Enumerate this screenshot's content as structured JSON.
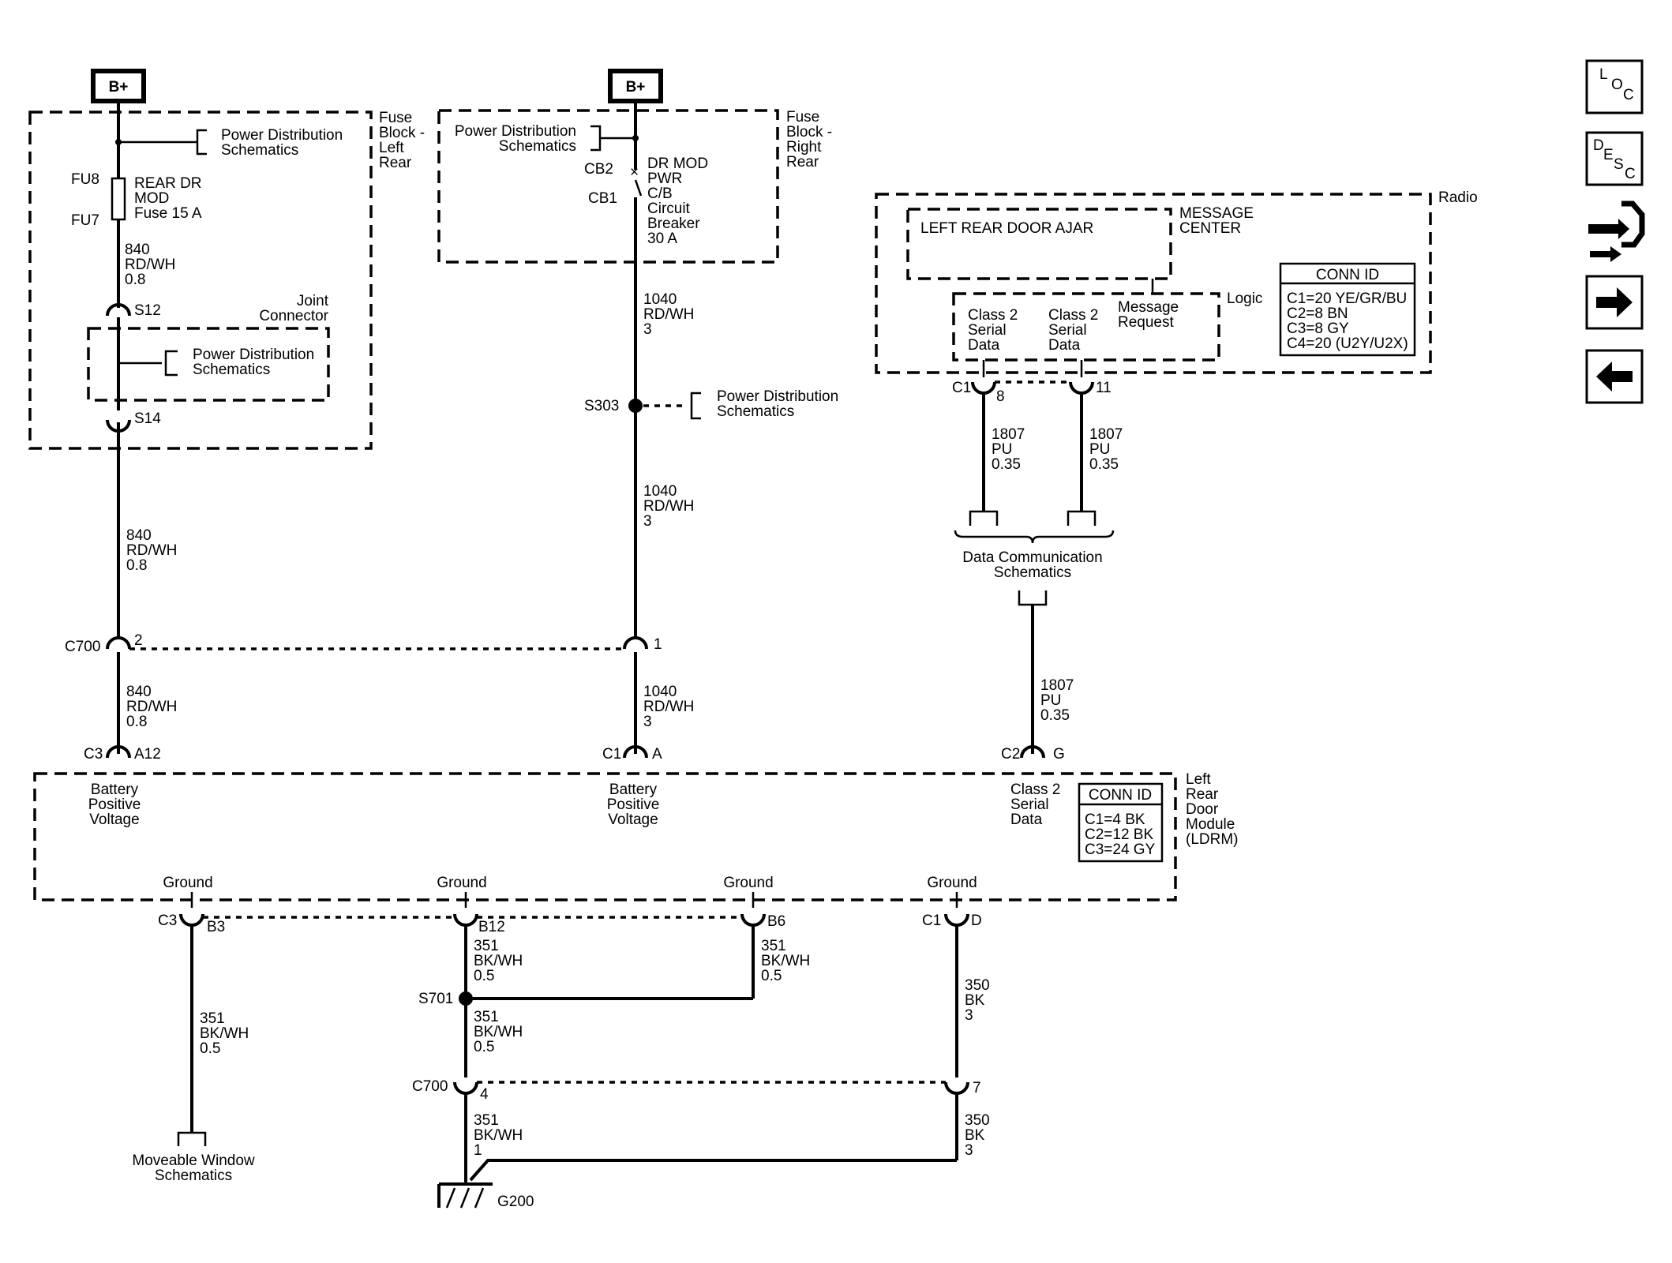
{
  "power": {
    "bplus_left": "B+",
    "bplus_right": "B+"
  },
  "fuse_block_left": {
    "title": [
      "Fuse",
      "Block -",
      "Left",
      "Rear"
    ],
    "power_dist": [
      "Power Distribution",
      "Schematics"
    ],
    "fuse_top": "FU8",
    "fuse_bottom": "FU7",
    "fuse_label": [
      "REAR DR",
      "MOD",
      "Fuse 15 A"
    ],
    "wire": [
      "840",
      "RD/WH",
      "0.8"
    ],
    "splice_top": "S12",
    "splice_bottom": "S14",
    "joint_connector": [
      "Joint",
      "Connector"
    ],
    "joint_power_dist": [
      "Power Distribution",
      "Schematics"
    ]
  },
  "fuse_block_right": {
    "title": [
      "Fuse",
      "Block -",
      "Right",
      "Rear"
    ],
    "power_dist": [
      "Power Distribution",
      "Schematics"
    ],
    "cb_top": "CB2",
    "cb_bottom": "CB1",
    "cb_label": [
      "DR MOD",
      "PWR",
      "C/B",
      "Circuit",
      "Breaker",
      "30 A"
    ]
  },
  "center_circuit": {
    "wire": [
      "1040",
      "RD/WH",
      "3"
    ],
    "splice": "S303",
    "splice_power_dist": [
      "Power Distribution",
      "Schematics"
    ]
  },
  "left_circuit_wire": [
    "840",
    "RD/WH",
    "0.8"
  ],
  "c700_top": {
    "name": "C700",
    "pin_left": "2",
    "pin_right": "1"
  },
  "radio": {
    "title": "Radio",
    "message_center": [
      "MESSAGE",
      "CENTER"
    ],
    "display_text": "LEFT REAR DOOR AJAR",
    "logic": "Logic",
    "class2_a": [
      "Class 2",
      "Serial",
      "Data"
    ],
    "class2_b": [
      "Class 2",
      "Serial",
      "Data"
    ],
    "message_request": [
      "Message",
      "Request"
    ],
    "conn_id": {
      "header": "CONN ID",
      "rows": [
        "C1=20 YE/GR/BU",
        "C2=8 BN",
        "C3=8 GY",
        "C4=20 (U2Y/U2X)"
      ]
    },
    "connector": "C1",
    "pin_a": "8",
    "pin_b": "11"
  },
  "data_comm": {
    "wire": [
      "1807",
      "PU",
      "0.35"
    ],
    "label": [
      "Data Communication",
      "Schematics"
    ]
  },
  "ldrm": {
    "title": [
      "Left",
      "Rear",
      "Door",
      "Module",
      "(LDRM)"
    ],
    "battery_a": [
      "Battery",
      "Positive",
      "Voltage"
    ],
    "battery_b": [
      "Battery",
      "Positive",
      "Voltage"
    ],
    "class2": [
      "Class 2",
      "Serial",
      "Data"
    ],
    "conn_id": {
      "header": "CONN ID",
      "rows": [
        "C1=4 BK",
        "C2=12 BK",
        "C3=24 GY"
      ]
    },
    "conn_left": {
      "name": "C3",
      "pin": "A12"
    },
    "conn_center": {
      "name": "C1",
      "pin": "A"
    },
    "conn_right": {
      "name": "C2",
      "pin": "G"
    },
    "ground_label": "Ground",
    "ground_pins": {
      "g1_conn": "C3",
      "g1_pin": "B3",
      "g2_pin": "B12",
      "g3_pin": "B6",
      "g4_conn": "C1",
      "g4_pin": "D"
    }
  },
  "grounds": {
    "wire_351": [
      "351",
      "BK/WH",
      "0.5"
    ],
    "wire_351_g": [
      "351",
      "BK/WH",
      "1"
    ],
    "wire_350": [
      "350",
      "BK",
      "3"
    ],
    "splice": "S701",
    "c700_bottom": {
      "name": "C700",
      "pin_left": "4",
      "pin_right": "7"
    },
    "ground_point": "G200",
    "moveable": [
      "Moveable Window",
      "Schematics"
    ]
  },
  "nav": {
    "loc": [
      "L",
      "O",
      "C"
    ],
    "desc": [
      "D",
      "E",
      "S",
      "C"
    ]
  }
}
